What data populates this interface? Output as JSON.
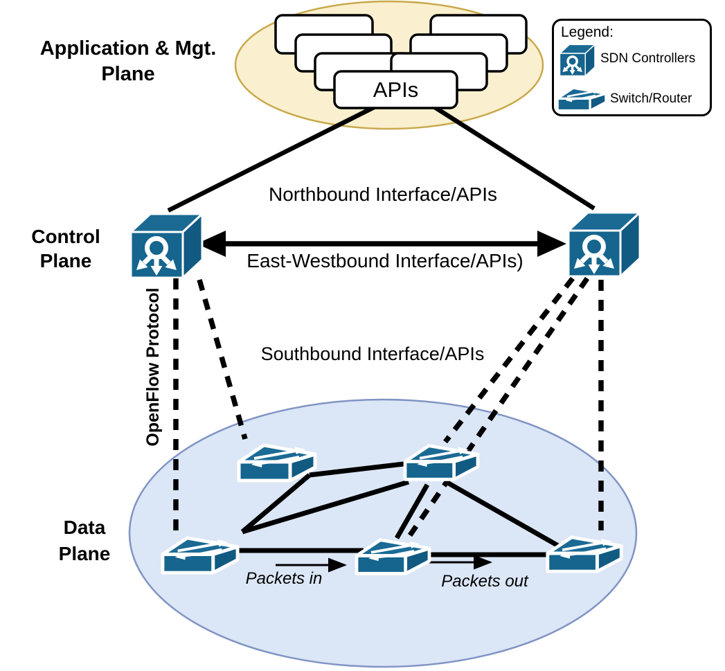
{
  "planes": {
    "application": {
      "line1": "Application & Mgt.",
      "line2": "Plane",
      "apis_label": "APIs",
      "app_box_count": 6
    },
    "control": {
      "line1": "Control",
      "line2": "Plane"
    },
    "data": {
      "line1": "Data",
      "line2": "Plane"
    }
  },
  "interfaces": {
    "northbound": "Northbound Interface/APIs",
    "east_west": "East-Westbound Interface/APIs)",
    "southbound": "Southbound Interface/APIs",
    "openflow": "OpenFlow Protocol"
  },
  "flows": {
    "packets_in": "Packets in",
    "packets_out": "Packets out"
  },
  "legend": {
    "title": "Legend:",
    "items": [
      {
        "icon": "sdn-controller-icon",
        "label": "SDN Controllers"
      },
      {
        "icon": "switch-router-icon",
        "label": "Switch/Router"
      }
    ]
  },
  "topology": {
    "controllers": [
      "controller-left",
      "controller-right"
    ],
    "switches": [
      "switch-top-left",
      "switch-top-middle",
      "switch-bottom-left",
      "switch-bottom-middle",
      "switch-bottom-right"
    ],
    "data_links": [
      [
        "switch-bottom-left",
        "switch-top-left"
      ],
      [
        "switch-top-left",
        "switch-top-middle"
      ],
      [
        "switch-bottom-left",
        "switch-top-middle"
      ],
      [
        "switch-top-middle",
        "switch-bottom-middle"
      ],
      [
        "switch-top-middle",
        "switch-bottom-right"
      ],
      [
        "switch-bottom-left",
        "switch-bottom-middle"
      ],
      [
        "switch-bottom-middle",
        "switch-bottom-right"
      ]
    ],
    "southbound_links": [
      [
        "controller-left",
        "switch-bottom-left"
      ],
      [
        "controller-left",
        "switch-top-left"
      ],
      [
        "controller-right",
        "switch-top-middle"
      ],
      [
        "controller-right",
        "switch-bottom-middle"
      ],
      [
        "controller-right",
        "switch-bottom-right"
      ]
    ],
    "control_links": [
      [
        "controller-left",
        "controller-right"
      ]
    ],
    "northbound_links": [
      [
        "apis",
        "controller-left"
      ],
      [
        "apis",
        "controller-right"
      ]
    ]
  },
  "colors": {
    "icon_blue": "#15658e",
    "icon_blue_top": "#1a6a94",
    "icon_blue_dark": "#115a82",
    "app_ellipse_fill": "#faf0cf",
    "app_ellipse_stroke": "#c9a94d",
    "data_ellipse_fill": "#dbe6f6",
    "data_ellipse_stroke": "#8094c4",
    "line_black": "#000000"
  }
}
